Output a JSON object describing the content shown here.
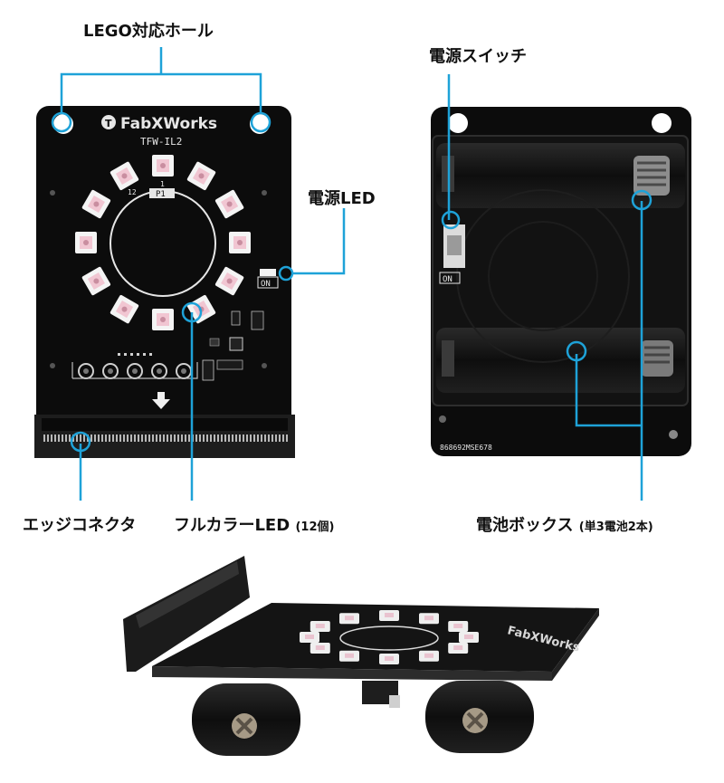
{
  "labels": {
    "lego_holes": "LEGO対応ホール",
    "power_switch": "電源スイッチ",
    "power_led": "電源LED",
    "edge_connector": "エッジコネクタ",
    "fullcolor_led": "フルカラーLED",
    "fullcolor_led_count": "(12個)",
    "battery_box": "電池ボックス",
    "battery_box_detail": "(単3電池2本)"
  },
  "board": {
    "logo": "FabXWorks",
    "model": "TFW-IL2",
    "led_index_1": "1",
    "led_index_12": "12",
    "p1": "P1",
    "on_mark": "ON",
    "serial": "868692MSE678"
  },
  "colors": {
    "callout": "#1ea2d8",
    "pcb": "#0c0c0c",
    "label_text": "#111111"
  }
}
